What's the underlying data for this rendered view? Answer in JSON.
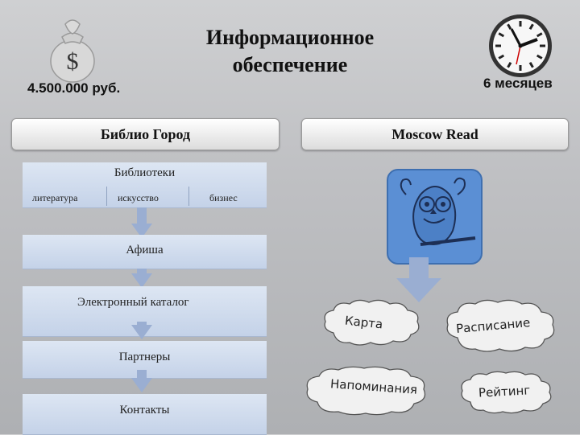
{
  "title": {
    "line1": "Информационное",
    "line2": "обеспечение"
  },
  "budget": "4.500.000 руб.",
  "duration": "6 месяцев",
  "left_header": "Библио Город",
  "right_header": "Moscow Read",
  "left_column": {
    "libraries": {
      "label": "Библиотеки",
      "subitems": [
        "литература",
        "искусство",
        "бизнес"
      ]
    },
    "items": [
      "Афиша",
      "Электронный каталог",
      "Партнеры",
      "Контакты"
    ]
  },
  "right_column": {
    "clouds": [
      "Карта",
      "Расписание",
      "Напоминания",
      "Рейтинг"
    ]
  },
  "colors": {
    "bar_fill": "#c4d2e8",
    "arrow": "#9aaed2",
    "owl_background": "#5b8fd4"
  }
}
